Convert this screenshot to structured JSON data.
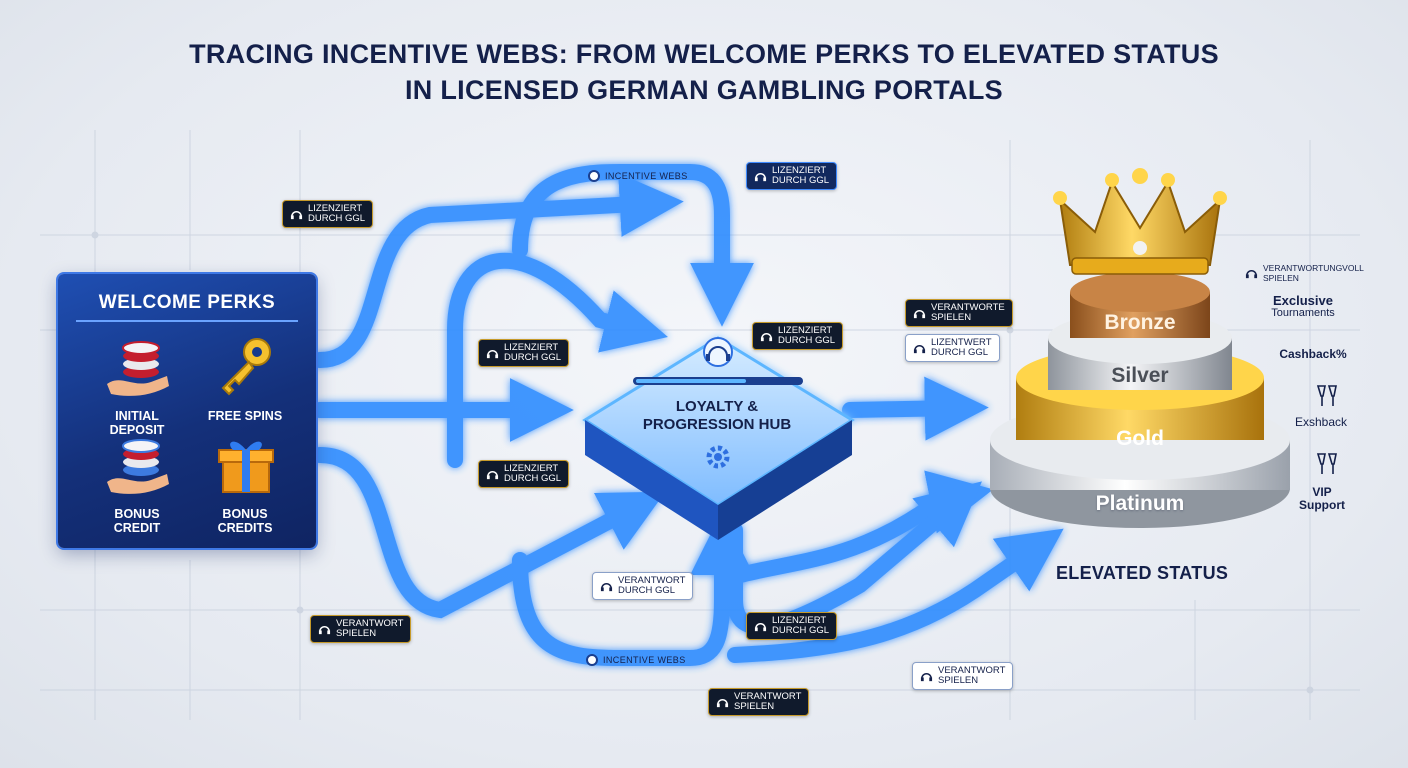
{
  "title": {
    "line1": "TRACING INCENTIVE WEBS: FROM WELCOME PERKS TO ELEVATED STATUS",
    "line2": "IN LICENSED GERMAN GAMBLING PORTALS"
  },
  "welcome": {
    "title": "WELCOME PERKS",
    "items": [
      {
        "label_1": "INITIAL",
        "label_2": "DEPOSIT",
        "icon": "chip-stack-hand-icon"
      },
      {
        "label_1": "FREE SPINS",
        "label_2": "",
        "icon": "key-icon"
      },
      {
        "label_1": "BONUS",
        "label_2": "CREDIT",
        "icon": "chip-stack-hand-icon"
      },
      {
        "label_1": "BONUS",
        "label_2": "CREDITS",
        "icon": "gift-box-icon"
      }
    ]
  },
  "hub": {
    "line1": "LOYALTY &",
    "line2": "PROGRESSION HUB",
    "icon": "gear-icon"
  },
  "flow_labels": {
    "top": "INCENTIVE WEBS",
    "bottom": "INCENTIVE WEBS"
  },
  "badges": [
    {
      "l1": "LIZENZIERT",
      "l2": "DURCH GGL",
      "style": "dark"
    },
    {
      "l1": "LIZENZIERT",
      "l2": "DURCH GGL",
      "style": "blue"
    },
    {
      "l1": "LIZENZIERT",
      "l2": "DURCH GGL",
      "style": "dark"
    },
    {
      "l1": "LIZENZIERT",
      "l2": "DURCH GGL",
      "style": "dark"
    },
    {
      "l1": "LIZENZIERT",
      "l2": "DURCH GGL",
      "style": "dark"
    },
    {
      "l1": "VERANTWORTE",
      "l2": "SPIELEN",
      "style": "dark"
    },
    {
      "l1": "LIZENTWERT",
      "l2": "DURCH GGL",
      "style": "light"
    },
    {
      "l1": "VERANTWORT",
      "l2": "DURCH GGL",
      "style": "light"
    },
    {
      "l1": "VERANTWORT",
      "l2": "SPIELEN",
      "style": "dark"
    },
    {
      "l1": "LIZENZIERT",
      "l2": "DURCH GGL",
      "style": "dark"
    },
    {
      "l1": "VERANTWORT",
      "l2": "SPIELEN",
      "style": "light"
    },
    {
      "l1": "VERANTWORT",
      "l2": "SPIELEN",
      "style": "dark"
    },
    {
      "l1": "VERANTWORTUNGVOLL",
      "l2": "SPIELEN",
      "style": "plain"
    }
  ],
  "tiers": [
    "Bronze",
    "Silver",
    "Gold",
    "Platinum"
  ],
  "status_label": "ELEVATED STATUS",
  "benefits": [
    {
      "l1": "Exclusive",
      "l2": "Tournaments"
    },
    {
      "l1": "Cashback%",
      "l2": ""
    },
    {
      "l1": "Exshback",
      "l2": ""
    },
    {
      "l1": "VIP",
      "l2": "Support"
    }
  ],
  "colors": {
    "accent": "#1e6fff",
    "glow": "#5db6ff",
    "navy": "#14204a",
    "gold": "#e8b21e"
  }
}
